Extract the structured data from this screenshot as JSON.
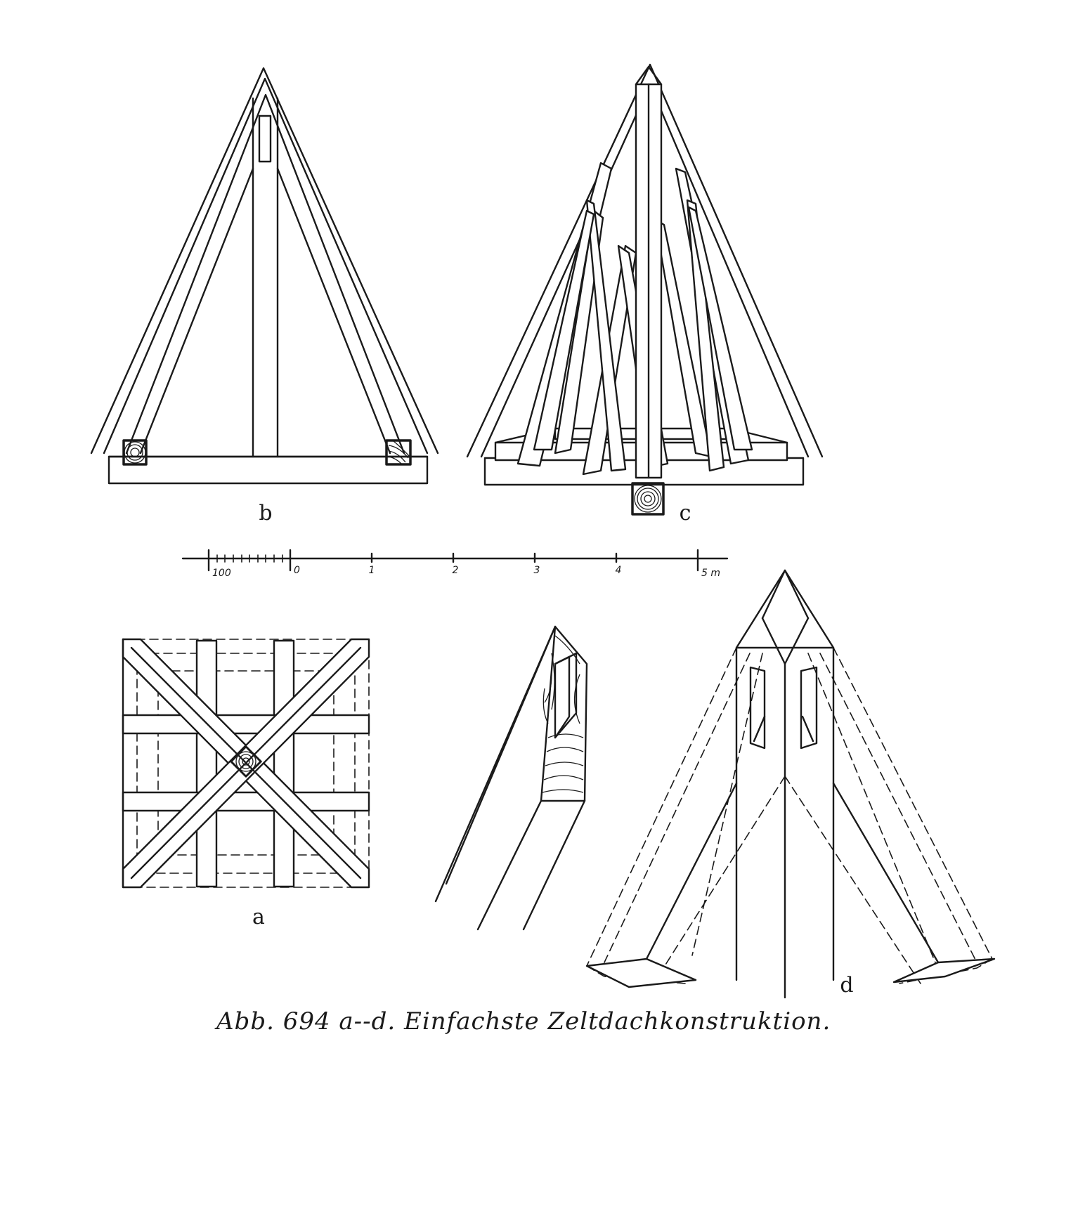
{
  "figure": {
    "caption": "Abb. 694 a--d. Einfachste Zeltdachkonstruktion."
  },
  "views": {
    "a": {
      "label": "a"
    },
    "b": {
      "label": "b"
    },
    "c": {
      "label": "c"
    },
    "d": {
      "label": "d"
    }
  },
  "scale_bar": {
    "left_label": "100",
    "ticks": [
      "0",
      "1",
      "2",
      "3",
      "4",
      "5 m"
    ]
  }
}
